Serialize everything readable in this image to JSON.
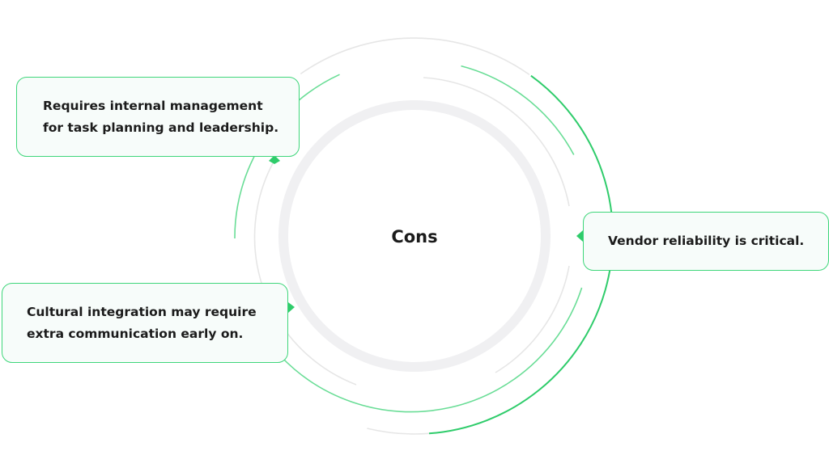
{
  "diagram": {
    "center_label": "Cons",
    "callouts": [
      {
        "id": "mgmt",
        "lines": [
          "Requires internal management",
          "for task planning and leadership."
        ]
      },
      {
        "id": "vendor",
        "lines": [
          "Vendor reliability is critical."
        ]
      },
      {
        "id": "culture",
        "lines": [
          "Cultural integration may require",
          "extra communication early on."
        ]
      }
    ]
  },
  "colors": {
    "accent_green": "#2fcc6b",
    "light_green": "#69dd96",
    "ring_gray": "#e6e6e6",
    "inner_ring_gray": "#f0f0f2",
    "callout_bg": "#f7fcfa",
    "text": "#1b1b1b"
  }
}
